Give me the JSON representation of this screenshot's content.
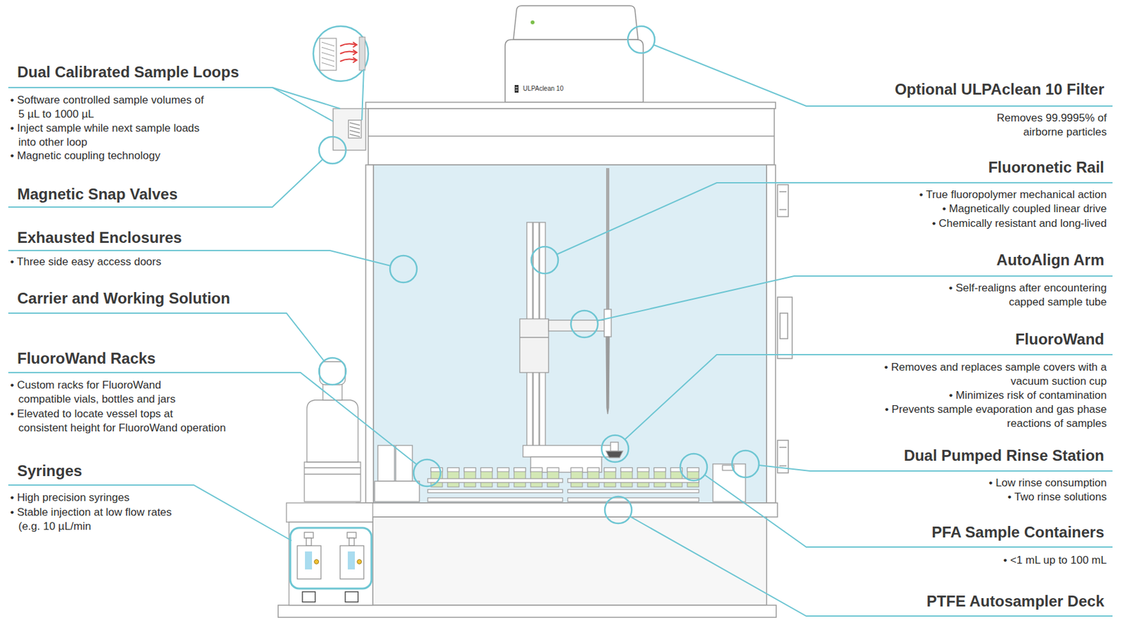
{
  "diagram": {
    "labels": [
      "Dual Calibrated Sample Loops",
      "• Software controlled sample volumes of 5 µL to 1000 µL",
      "• Inject sample while next sample loads into other loop",
      "• Magnetic coupling technology",
      "Magnetic Snap Valves",
      "Exhausted Enclosures",
      "• Three side easy access doors",
      "Carrier and Working Solution",
      "FluoroWand Racks",
      "• Custom racks for FluoroWand compatible vials, bottles and jars",
      "• Elevated to locate vessel tops at consistent height for FluoroWand operation",
      "Syringes",
      "• High precision syringes",
      "• Stable injection at low flow rates (e.g. 10 µL/min",
      "Optional ULPAclean 10 Filter",
      "Removes 99.9995% of airborne particles",
      "Fluoronetic Rail",
      "• True fluoropolymer mechanical action",
      "• Magnetically coupled linear drive",
      "• Chemically resistant and long-lived",
      "AutoAlign Arm",
      "• Self-realigns after encountering capped sample tube",
      "FluoroWand",
      "• Removes and replaces sample covers with a vacuum suction cup",
      "• Minimizes risk of contamination",
      "• Prevents sample evaporation and gas phase reactions of samples",
      "Dual Pumped Rinse Station",
      "• Low rinse consumption",
      "• Two rinse solutions",
      "PFA Sample Containers",
      "• <1 mL up to 100 mL",
      "PTFE Autosampler Deck",
      "ULPAclean 10"
    ]
  }
}
